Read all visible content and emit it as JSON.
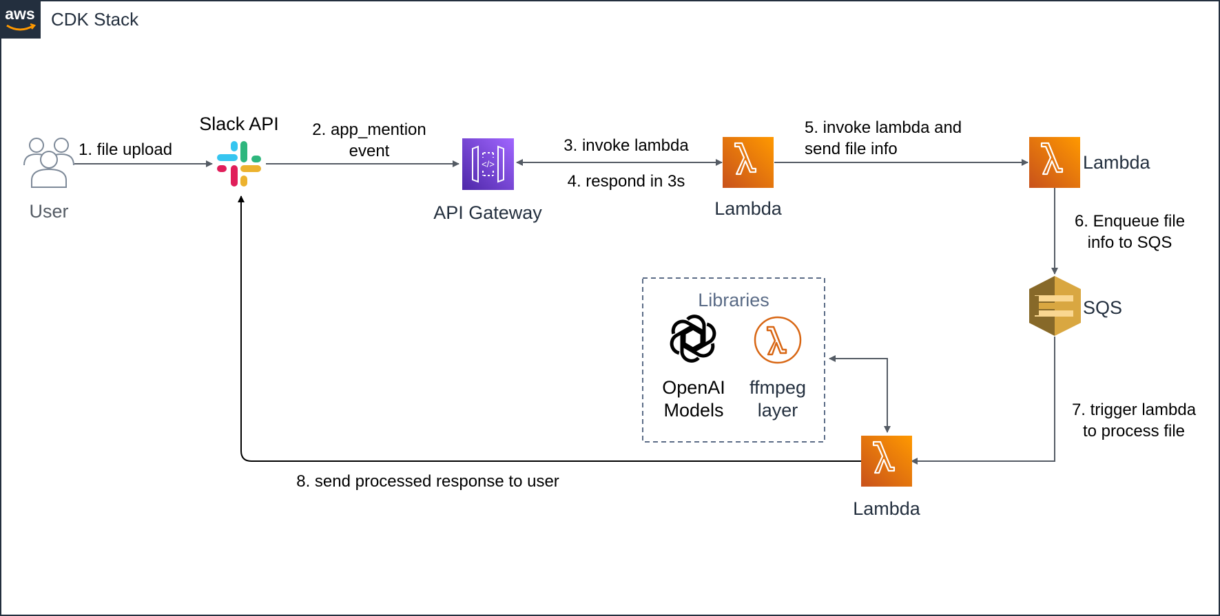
{
  "stack": {
    "title": "CDK Stack",
    "logo_text": "aws",
    "border_color": "#232f3e"
  },
  "colors": {
    "arrow": "#545b64",
    "aws_dark": "#232f3e",
    "lambda_top": "#f78e04",
    "lambda_bottom": "#d05c17",
    "apigw_top": "#945df2",
    "apigw_bottom": "#5a30b5",
    "sqs": "#d9a741",
    "sqs_dark": "#876929",
    "libraries_label": "#5a6b86",
    "ffmpeg_orange": "#d86613",
    "user_gray": "#7d8998"
  },
  "nodes": {
    "user": {
      "label": "User",
      "icon": "users-icon"
    },
    "slack": {
      "label": "Slack API",
      "icon": "slack-logo-icon"
    },
    "api_gateway": {
      "label": "API Gateway",
      "icon": "api-gateway-icon"
    },
    "lambda_1": {
      "label": "Lambda",
      "icon": "lambda-icon"
    },
    "lambda_2": {
      "label": "Lambda",
      "icon": "lambda-icon"
    },
    "sqs": {
      "label": "SQS",
      "icon": "sqs-icon"
    },
    "lambda_3": {
      "label": "Lambda",
      "icon": "lambda-icon"
    }
  },
  "libraries": {
    "title": "Libraries",
    "openai": {
      "line1": "OpenAI",
      "line2": "Models",
      "icon": "openai-logo-icon"
    },
    "ffmpeg": {
      "line1": "ffmpeg",
      "line2": "layer",
      "icon": "lambda-layer-icon"
    }
  },
  "edges": {
    "e1": "1. file upload",
    "e2_line1": "2. app_mention",
    "e2_line2": "event",
    "e3": "3. invoke lambda",
    "e4": "4. respond in 3s",
    "e5_line1": "5. invoke lambda and",
    "e5_line2": "send file info",
    "e6_line1": "6. Enqueue file",
    "e6_line2": "info to SQS",
    "e7_line1": "7. trigger lambda",
    "e7_line2": "to process file",
    "e8": "8. send processed response to user"
  }
}
